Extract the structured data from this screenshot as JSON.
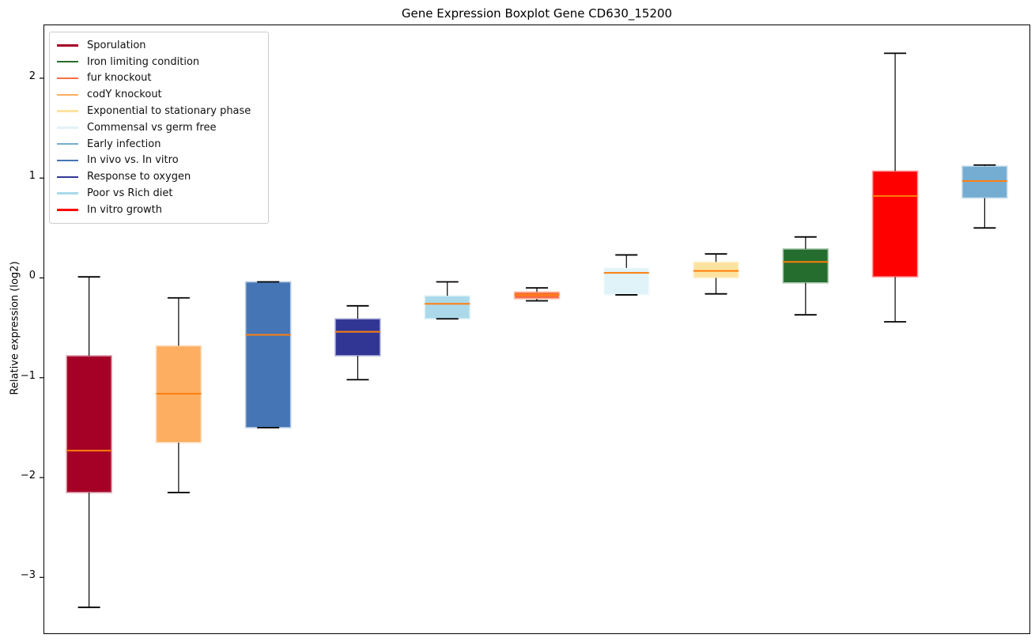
{
  "chart_data": {
    "type": "boxplot",
    "title": "Gene Expression Boxplot Gene CD630_15200",
    "ylabel": "Relative expression (log2)",
    "xlabel": "",
    "ylim": [
      -3.56,
      2.53
    ],
    "yticks": [
      2,
      1,
      0,
      -1,
      -2,
      -3
    ],
    "grid": false,
    "legend_position": "upper left",
    "median_color": "#ff7f0e",
    "whisker_color": "#000000",
    "series": [
      {
        "label": "Sporulation",
        "color": "#a50026",
        "whislo": -3.3,
        "q1": -2.15,
        "med": -1.73,
        "q3": -0.78,
        "whishi": 0.01
      },
      {
        "label": "codY knockout",
        "color": "#fdae61",
        "whislo": -2.15,
        "q1": -1.65,
        "med": -1.16,
        "q3": -0.68,
        "whishi": -0.2
      },
      {
        "label": "In vivo vs. In vitro",
        "color": "#4575b4",
        "whislo": -1.5,
        "q1": -1.5,
        "med": -0.57,
        "q3": -0.04,
        "whishi": -0.04
      },
      {
        "label": "Response to oxygen",
        "color": "#313695",
        "whislo": -1.02,
        "q1": -0.78,
        "med": -0.54,
        "q3": -0.41,
        "whishi": -0.28
      },
      {
        "label": "Poor vs Rich diet",
        "color": "#abd9e9",
        "whislo": -0.41,
        "q1": -0.41,
        "med": -0.26,
        "q3": -0.18,
        "whishi": -0.04
      },
      {
        "label": "fur knockout",
        "color": "#f96e43",
        "whislo": -0.23,
        "q1": -0.21,
        "med": -0.17,
        "q3": -0.14,
        "whishi": -0.1
      },
      {
        "label": "Commensal vs germ free",
        "color": "#e0f3f8",
        "whislo": -0.17,
        "q1": -0.17,
        "med": 0.05,
        "q3": 0.1,
        "whishi": 0.23
      },
      {
        "label": "Exponential to stationary phase",
        "color": "#fde3a0",
        "whislo": -0.16,
        "q1": 0.0,
        "med": 0.07,
        "q3": 0.16,
        "whishi": 0.24
      },
      {
        "label": "Iron limiting condition",
        "color": "#256d2e",
        "whislo": -0.37,
        "q1": -0.05,
        "med": 0.16,
        "q3": 0.29,
        "whishi": 0.41
      },
      {
        "label": "In vitro growth",
        "color": "#ff0000",
        "whislo": -0.44,
        "q1": 0.01,
        "med": 0.82,
        "q3": 1.07,
        "whishi": 2.25
      },
      {
        "label": "Early infection",
        "color": "#74add1",
        "whislo": 0.5,
        "q1": 0.8,
        "med": 0.97,
        "q3": 1.12,
        "whishi": 1.13
      }
    ],
    "legend_items": [
      {
        "label": "Sporulation",
        "color": "#a50026"
      },
      {
        "label": "Iron limiting condition",
        "color": "#256d2e"
      },
      {
        "label": "fur knockout",
        "color": "#f96e43"
      },
      {
        "label": "codY knockout",
        "color": "#fdae61"
      },
      {
        "label": "Exponential to stationary phase",
        "color": "#fde3a0"
      },
      {
        "label": "Commensal vs germ free",
        "color": "#e0f3f8"
      },
      {
        "label": "Early infection",
        "color": "#74add1"
      },
      {
        "label": "In vivo vs. In vitro",
        "color": "#4575b4"
      },
      {
        "label": "Response to oxygen",
        "color": "#313695"
      },
      {
        "label": "Poor vs Rich diet",
        "color": "#abd9e9"
      },
      {
        "label": "In vitro growth",
        "color": "#ff0000"
      }
    ]
  }
}
